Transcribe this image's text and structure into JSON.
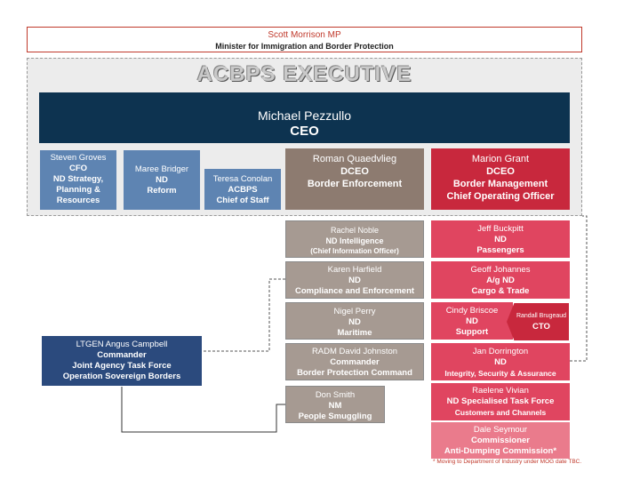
{
  "minister": {
    "name": "Scott Morrison MP",
    "role": "Minister for Immigration and Border Protection"
  },
  "executive_title": "ACBPS EXECUTIVE",
  "ceo": {
    "name": "Michael Pezzullo",
    "role": "CEO"
  },
  "exec_row": [
    {
      "name": "Steven Groves",
      "l1": "CFO",
      "l2": "ND Strategy,",
      "l3": "Planning &",
      "l4": "Resources"
    },
    {
      "name": "Maree Bridger",
      "l1": "ND",
      "l2": "Reform"
    },
    {
      "name": "Teresa Conolan",
      "l1": "ACBPS",
      "l2": "Chief of Staff"
    },
    {
      "name": "Roman Quaedvlieg",
      "l1": "DCEO",
      "l2": "Border Enforcement"
    },
    {
      "name": "Marion Grant",
      "l1": "DCEO",
      "l2": "Border Management",
      "l3": "Chief Operating Officer"
    }
  ],
  "enforcement": [
    {
      "name": "Rachel Noble",
      "l1": "ND Intelligence",
      "l2": "(Chief Information Officer)"
    },
    {
      "name": "Karen Harfield",
      "l1": "ND",
      "l2": "Compliance and Enforcement"
    },
    {
      "name": "Nigel Perry",
      "l1": "ND",
      "l2": "Maritime"
    },
    {
      "name": "RADM David Johnston",
      "l1": "Commander",
      "l2": "Border Protection Command"
    },
    {
      "name": "Don Smith",
      "l1": "NM",
      "l2": "People Smuggling"
    }
  ],
  "management": [
    {
      "name": "Jeff Buckpitt",
      "l1": "ND",
      "l2": "Passengers"
    },
    {
      "name": "Geoff Johannes",
      "l1": "A/g ND",
      "l2": "Cargo & Trade"
    },
    {
      "name": "Cindy Briscoe",
      "l1": "ND",
      "l2": "Support"
    },
    {
      "name": "Jan Dorrington",
      "l1": "ND",
      "l2": "Integrity, Security & Assurance"
    },
    {
      "name": "Raelene Vivian",
      "l1": "ND Specialised Task Force",
      "l2": "Customers and Channels"
    },
    {
      "name": "Dale Seymour",
      "l1": "Commissioner",
      "l2": "Anti-Dumping Commission*"
    }
  ],
  "cto": {
    "name": "Randall Brugeaud",
    "role": "CTO"
  },
  "jatf": {
    "name": "LTGEN Angus Campbell",
    "l1": "Commander",
    "l2": "Joint Agency Task Force",
    "l3": "Operation Sovereign Borders"
  },
  "footnote": "* Moving to Department of Industry under MOG date TBC."
}
